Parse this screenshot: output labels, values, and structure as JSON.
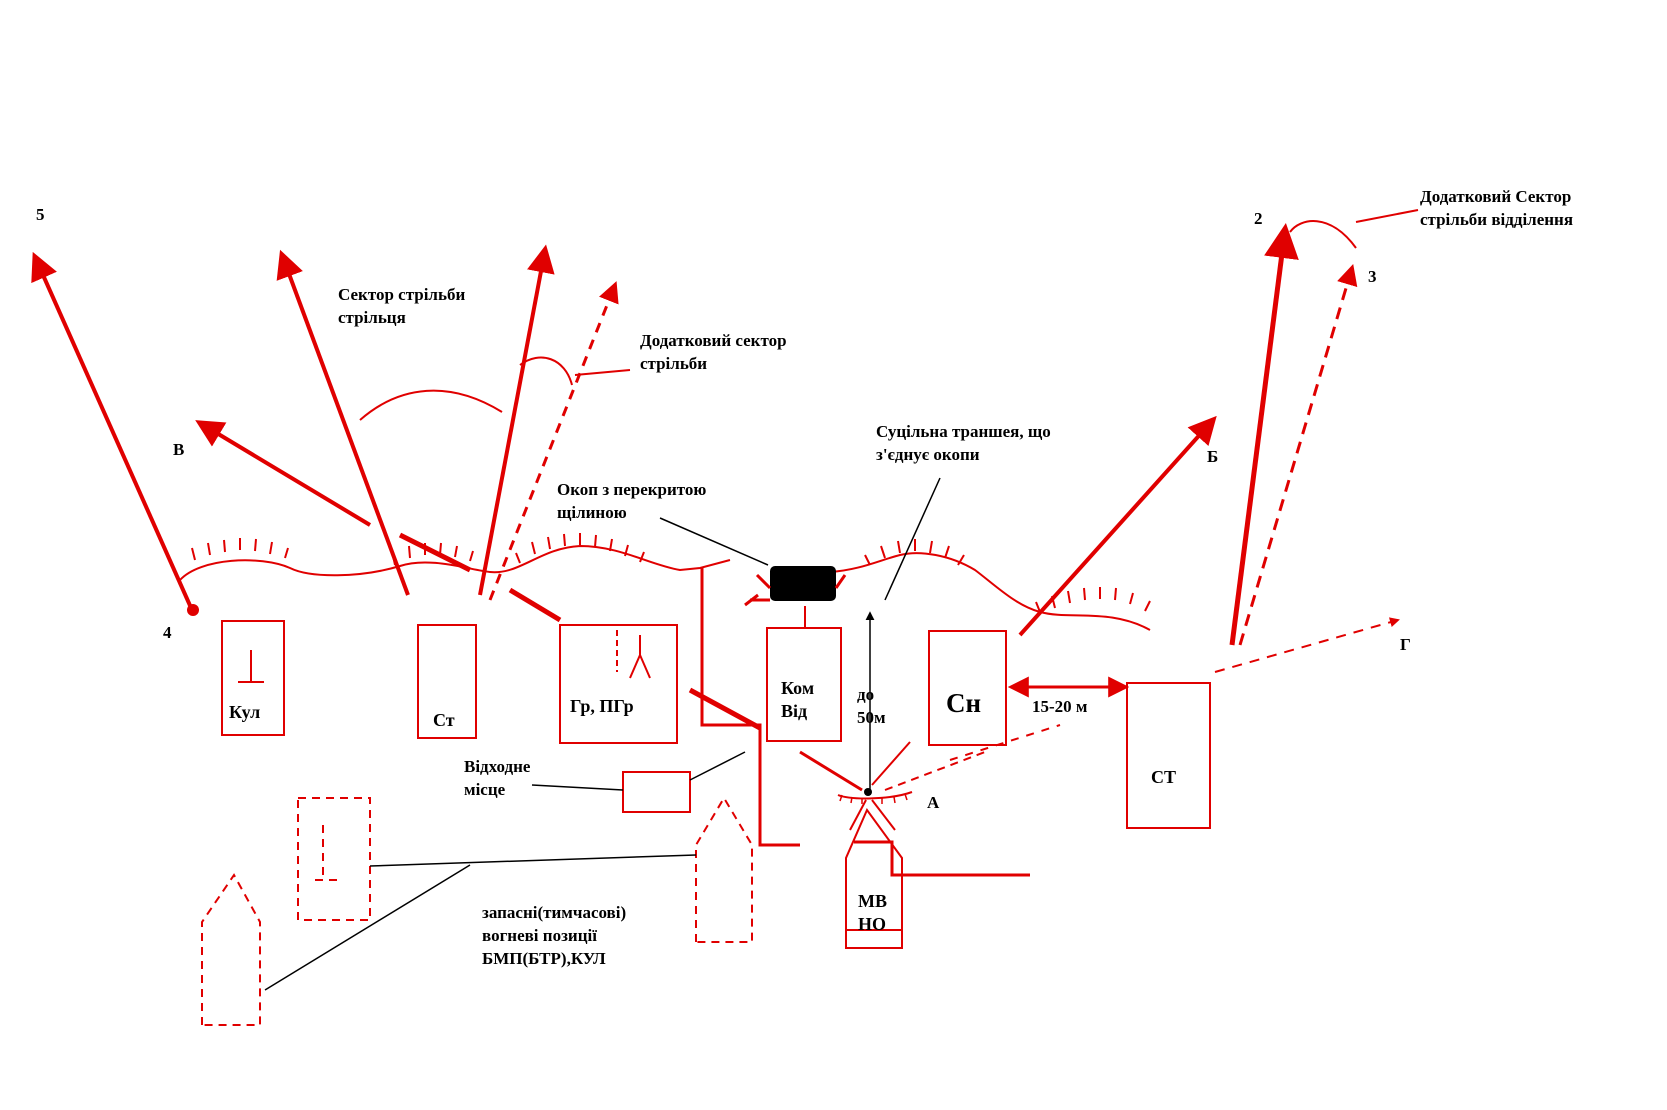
{
  "labels": {
    "num_5": "5",
    "num_4": "4",
    "num_2": "2",
    "num_3": "3",
    "letter_v": "В",
    "letter_b": "Б",
    "letter_g": "Г",
    "letter_a": "А",
    "sector_rifleman_line1": "Сектор стрільби",
    "sector_rifleman_line2": "стрільця",
    "additional_sector_line1": "Додатковий сектор",
    "additional_sector_line2": "стрільби",
    "squad_sector_line1": "Додатковий Сектор",
    "squad_sector_line2": "стрільби відділення",
    "continuous_trench_line1": "Суцільна траншея, що",
    "continuous_trench_line2": "з'єднує окопи",
    "covered_trench_line1": "Окоп з перекритою",
    "covered_trench_line2": "щілиною",
    "withdrawal_line1": "Відходне",
    "withdrawal_line2": "місце",
    "reserve_line1": "запасні(тимчасові)",
    "reserve_line2": "вогневі позиції",
    "reserve_line3": "БМП(БТР),КУЛ",
    "distance_line1": "до",
    "distance_line2": "50м",
    "spacing": "15-20 м"
  },
  "positions": {
    "kul": "Кул",
    "st": "Ст",
    "gr": "Гр, ПГр",
    "kom_line1": "Ком",
    "kom_line2": "Від",
    "sn": "Сн",
    "st2": "СТ",
    "mv_line1": "МВ",
    "mv_line2": "НО"
  },
  "colors": {
    "trench": "#e00000",
    "text": "#000000",
    "covered_trench": "#000000"
  }
}
